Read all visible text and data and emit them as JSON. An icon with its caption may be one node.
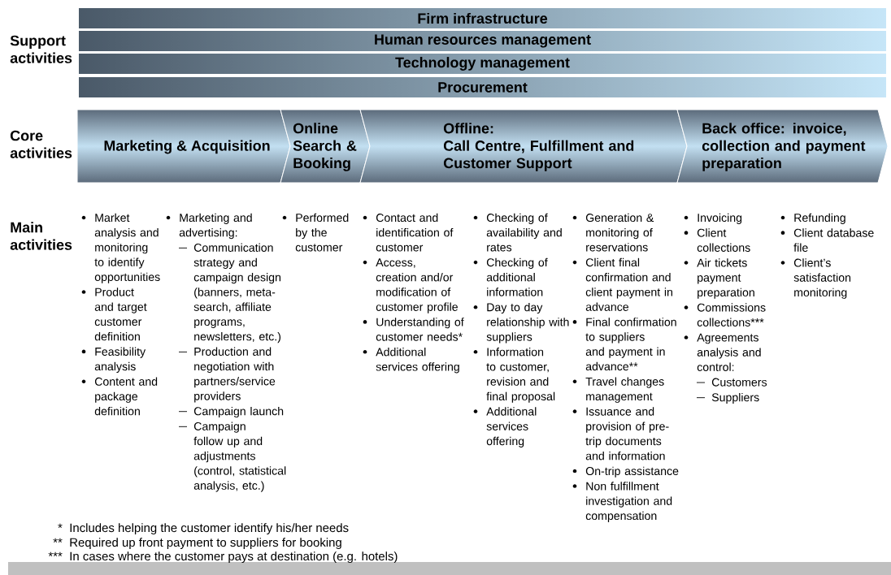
{
  "diagram": {
    "nodes": [
      {
        "text": [
          "Firm infrastructure"
        ]
      },
      {
        "text": [
          "Human resources management"
        ]
      },
      {
        "text": [
          "Technology management"
        ]
      },
      {
        "text": [
          "Procurement"
        ]
      },
      {
        "text": [
          "Marketing & Acquisition"
        ]
      },
      {
        "text": [
          "Online Search & Booking"
        ]
      },
      {
        "text": [
          "Offline:",
          "Call Centre, Fulfillment and Customer Support"
        ]
      },
      {
        "text": [
          "Back office: invoice, collection and payment preparation"
        ]
      }
    ],
    "labels": [
      "Support activities",
      "Core activities",
      "Main activities",
      "Market analysis and monitoring to identify opportunities",
      "Product and target customer definition",
      "Feasibility analysis",
      "Content and package definition",
      "Marketing and advertising:",
      "Communication strategy and campaign design (banners, meta-search, affiliate programs, newsletters, etc.)",
      "Production and negotiation with partners/service providers",
      "Campaign launch",
      "Campaign follow up and adjustments (control, statistical analysis, etc.)",
      "Performed by the customer",
      "Contact and identification of customer",
      "Access, creation and/or modification of customer profile",
      "Understanding of customer needs*",
      "Additional services offering",
      "Checking of availability and rates",
      "Checking of additional information",
      "Day to day relationship with suppliers",
      "Information to customer, revision and final proposal",
      "Additional services offering",
      "Generation & monitoring of reservations",
      "Client final confirmation and client payment in advance",
      "Final confirmation to suppliers and payment in advance**",
      "Travel changes management",
      "Issuance and provision of pre-trip documents and information",
      "On-trip assistance",
      "Non fulfillment investigation and compensation",
      "Invoicing",
      "Client collections",
      "Air tickets payment preparation",
      "Commissions collections***",
      "Agreements analysis and control:",
      "Customers",
      "Suppliers",
      "Refunding",
      "Client database file",
      "Client’s satisfaction monitoring",
      "*",
      "Includes helping the customer identify his/her needs",
      "**",
      "Required up front payment to suppliers for booking",
      "***",
      "In cases where the customer pays at destination (e.g. hotels)"
    ]
  }
}
